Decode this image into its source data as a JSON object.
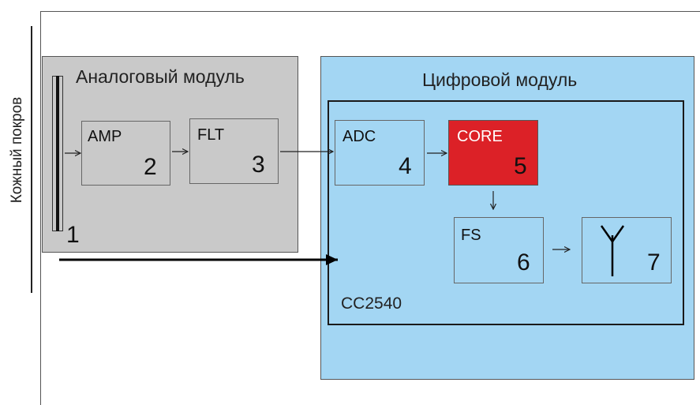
{
  "side_label": "Кожный покров",
  "analog_module": {
    "title": "Аналоговый модуль"
  },
  "digital_module": {
    "title": "Цифровой модуль",
    "chip_label": "CC2540"
  },
  "electrode": {
    "number": "1"
  },
  "blocks": {
    "amp": {
      "name": "AMP",
      "number": "2"
    },
    "flt": {
      "name": "FLT",
      "number": "3"
    },
    "adc": {
      "name": "ADC",
      "number": "4"
    },
    "core": {
      "name": "CORE",
      "number": "5",
      "color": "#dc2127"
    },
    "fs": {
      "name": "FS",
      "number": "6"
    },
    "antenna": {
      "name": "",
      "number": "7",
      "icon": "antenna-icon"
    }
  },
  "colors": {
    "analog_bg": "#c9c9c9",
    "digital_bg": "#a3d6f3"
  }
}
